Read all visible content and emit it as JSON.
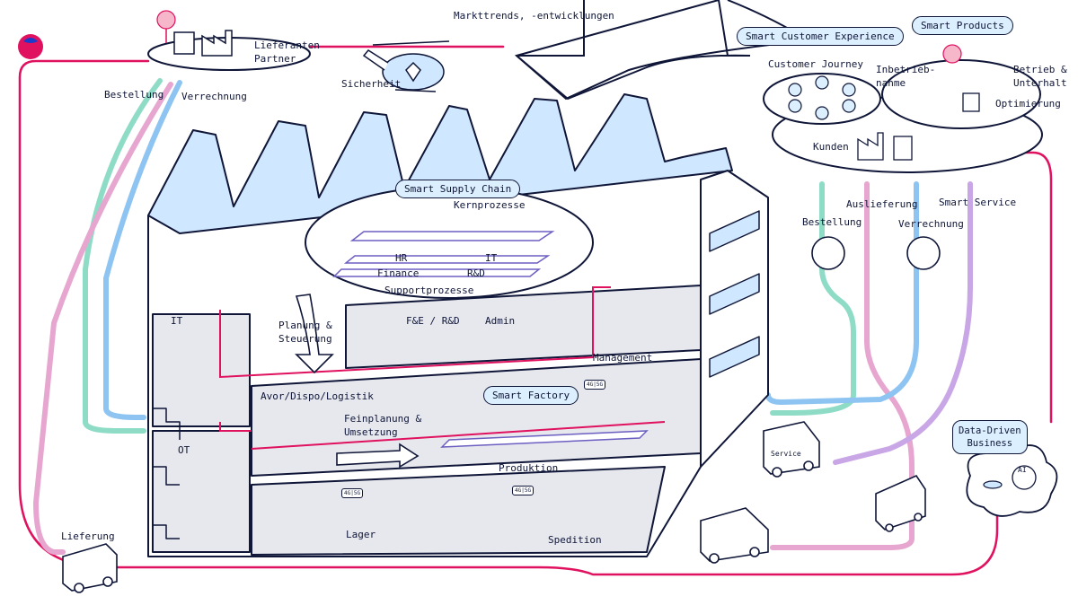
{
  "colors": {
    "ink": "#0f1638",
    "red": "#e0115f",
    "mint": "#8fdcc6",
    "sky": "#8ec4f2",
    "lilac": "#c9a6e6",
    "pink": "#e7a6cf",
    "light": "#cfe7ff",
    "floor": "#e7e8ee",
    "purple": "#6b5fc2"
  },
  "top": {
    "partners": "Lieferanten\nPartner",
    "bestellung": "Bestellung",
    "verrechnung": "Verrechnung",
    "sicherheit": "Sicherheit",
    "markt": "Markttrends, -entwicklungen"
  },
  "supply_chain": {
    "title": "Smart Supply Chain",
    "kern": "Kernprozesse",
    "hr": "HR",
    "it": "IT",
    "finance": "Finance",
    "rd": "R&D",
    "support": "Supportprozesse"
  },
  "building": {
    "it": "IT",
    "ot": "OT",
    "planung": "Planung &\nSteuerung",
    "fe": "F&E / R&D",
    "admin": "Admin",
    "management": "Management",
    "avor": "Avor/Dispo/Logistik",
    "feinplanung": "Feinplanung &\nUmsetzung",
    "smart_factory": "Smart Factory",
    "produktion": "Produktion",
    "lager": "Lager",
    "spedition": "Spedition",
    "net_tag": "4G|5G"
  },
  "customer": {
    "experience": "Smart Customer Experience",
    "products": "Smart Products",
    "journey": "Customer Journey",
    "inbetrieb": "Inbetrieb-\nnahme",
    "betrieb": "Betrieb &\nUnterhalt",
    "optimierung": "Optimierung",
    "kunden": "Kunden",
    "bestellung": "Bestellung",
    "auslieferung": "Auslieferung",
    "verrechnung": "Verrechnung",
    "smart_service": "Smart Service",
    "service": "Service",
    "data_driven": "Data-Driven\nBusiness",
    "ai": "AI"
  },
  "bottom": {
    "lieferung": "Lieferung"
  }
}
